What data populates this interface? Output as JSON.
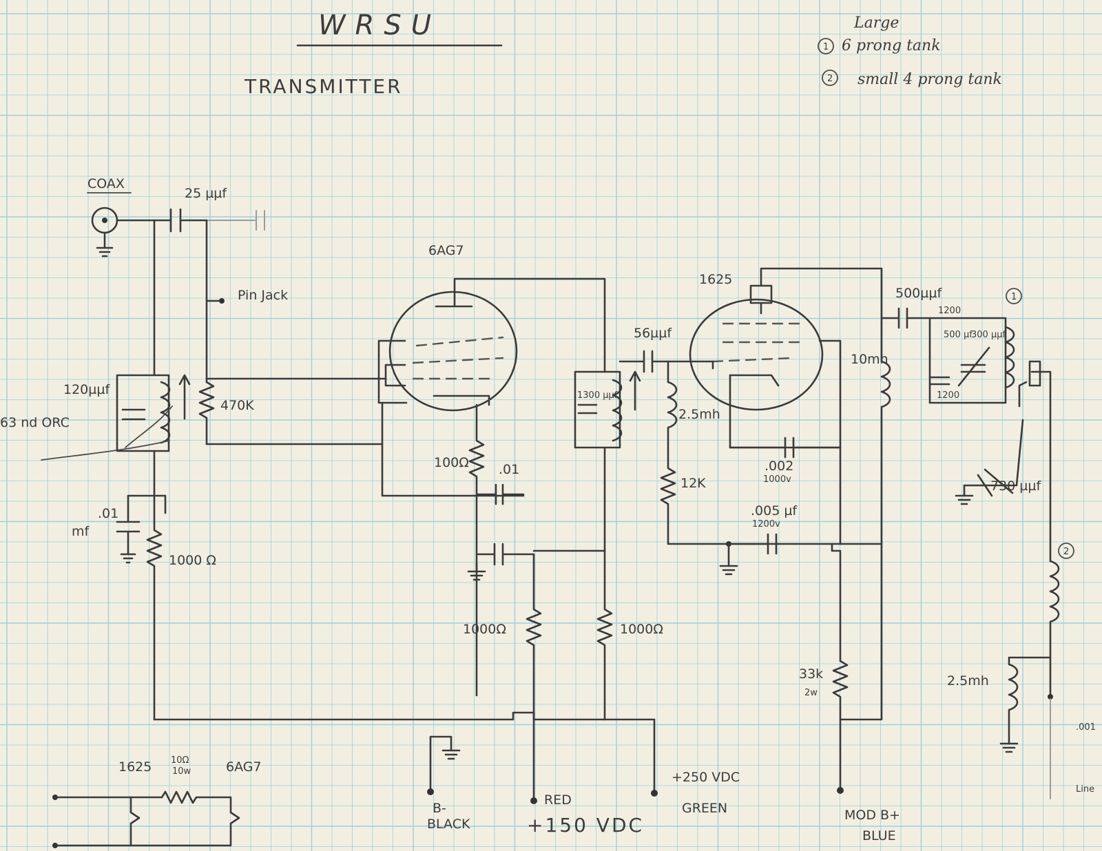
{
  "title": "WRSU",
  "subtitle": "TRANSMITTER",
  "notes": {
    "note1_heading": "Large",
    "note1_num": "1",
    "note1": "6 prong tank",
    "note2_num": "2",
    "note2": "small 4 prong tank"
  },
  "labels": {
    "coax": "COAX",
    "cap_25": "25 µµf",
    "pin_jack": "Pin Jack",
    "cap_120": "120µµf",
    "res_470k": "470K",
    "left_margin": "63 nd ORC",
    "cap_01_left": ".01",
    "cap_01_left_unit": "mf",
    "res_1000_left": "1000 Ω",
    "tube_6ag7": "6AG7",
    "res_100_grid": "100Ω",
    "cap_01_grid": ".01",
    "res_1000_a": "1000Ω",
    "res_1000_b": "1000Ω",
    "cap_1300": "1300 µµf",
    "cap_56": "56µµf",
    "choke_25mh": "2.5mh",
    "res_12k": "12K",
    "tube_1625": "1625",
    "cap_002": ".002",
    "cap_002_volt": "1000v",
    "cap_005": ".005 µf",
    "cap_005_volt": "1200v",
    "choke_10mh": "10mh",
    "cap_500": "500µµf",
    "tank_num_1": "1",
    "cap_1200_top": "1200",
    "cap_500_var": "500 µf",
    "cap_1200_bot": "1200",
    "cap_300": "300 µµf",
    "cap_730": "730 µµf",
    "tank_num_2": "2",
    "choke_25mh_out": "2.5mh",
    "res_33k": "33k",
    "res_33k_w": "2w",
    "cap_001": ".001",
    "line": "Line",
    "b_minus": "B-",
    "black": "BLACK",
    "red": "RED",
    "v150": "+150 VDC",
    "v250": "+250 VDC",
    "green": "GREEN",
    "mod_b": "MOD B+",
    "blue": "BLUE",
    "fil_1625": "1625",
    "fil_res": "10Ω",
    "fil_res_w": "10w",
    "fil_6ag7": "6AG7"
  },
  "colors": {
    "paper": "#f2efe2",
    "grid": "#9fcfd6",
    "ink": "#3a3a3a"
  }
}
